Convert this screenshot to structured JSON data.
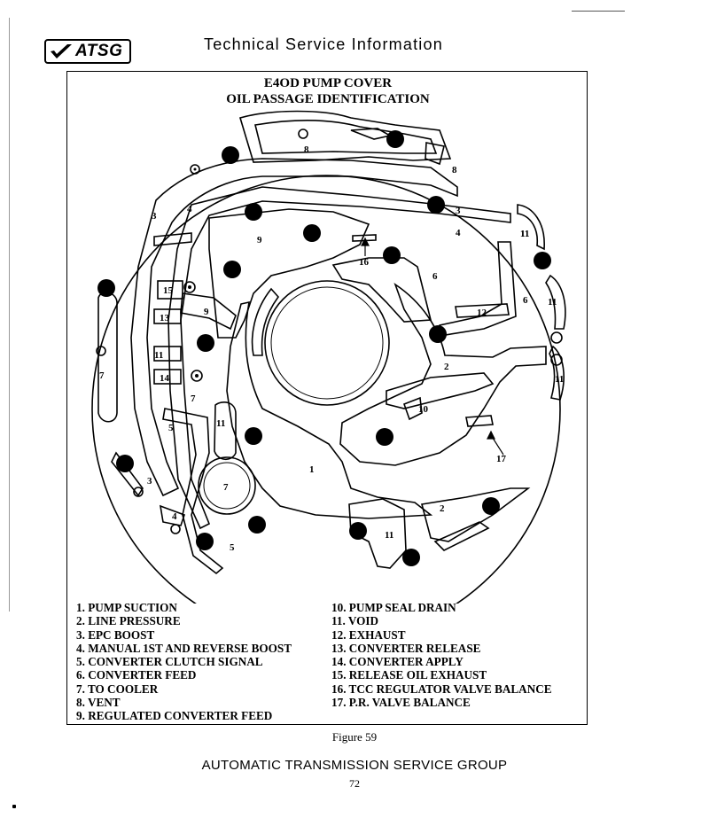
{
  "header": {
    "logo_text": "ATSG",
    "title": "Technical Service Information"
  },
  "figure": {
    "title_line1": "E4OD PUMP COVER",
    "title_line2": "OIL PASSAGE IDENTIFICATION",
    "caption": "Figure 59",
    "diagram_labels": [
      "8",
      "8",
      "3",
      "3",
      "4",
      "4",
      "9",
      "9",
      "16",
      "6",
      "6",
      "11",
      "11",
      "11",
      "11",
      "15",
      "13",
      "12",
      "11",
      "14",
      "7",
      "7",
      "7",
      "2",
      "2",
      "10",
      "5",
      "5",
      "11",
      "1",
      "17",
      "3",
      "4",
      "11"
    ]
  },
  "legend": {
    "left": [
      "1. PUMP SUCTION",
      "2. LINE PRESSURE",
      "3. EPC BOOST",
      "4. MANUAL 1ST AND REVERSE BOOST",
      "5. CONVERTER CLUTCH SIGNAL",
      "6. CONVERTER FEED",
      "7. TO COOLER",
      "8. VENT",
      "9. REGULATED CONVERTER FEED"
    ],
    "right": [
      "10. PUMP SEAL DRAIN",
      "11. VOID",
      "12. EXHAUST",
      "13. CONVERTER RELEASE",
      "14. CONVERTER APPLY",
      "15. RELEASE OIL EXHAUST",
      "16. TCC REGULATOR VALVE BALANCE",
      "17. P.R. VALVE BALANCE"
    ]
  },
  "footer": {
    "org": "AUTOMATIC TRANSMISSION SERVICE GROUP",
    "page": "72"
  }
}
